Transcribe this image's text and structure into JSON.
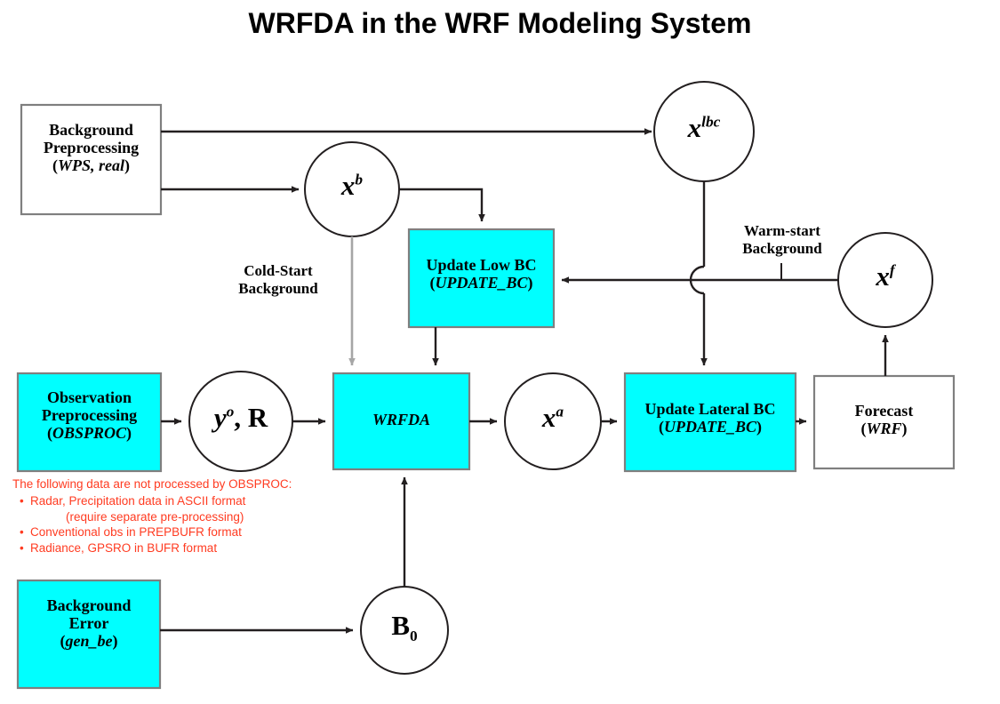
{
  "title": "WRFDA in the WRF Modeling System",
  "colors": {
    "process_fill": "#00FFFF",
    "plain_fill": "#FFFFFF",
    "box_stroke": "#7F7F7F",
    "line": "#231F20",
    "cold_start_line": "#A6A6A6",
    "note_text": "#FF3B21",
    "title_text": "#000000"
  },
  "nodes": {
    "background_preprocessing": {
      "line1": "Background",
      "line2": "Preprocessing",
      "line3_open": "(",
      "line3_italic": "WPS, real",
      "line3_close": ")"
    },
    "observation_preprocessing": {
      "line1": "Observation",
      "line2": "Preprocessing",
      "line3_open": "(",
      "line3_italic": "OBSPROC",
      "line3_close": ")"
    },
    "background_error": {
      "line1": "Background",
      "line2": "Error",
      "line3_open": "(",
      "line3_italic": "gen_be",
      "line3_close": ")"
    },
    "update_low_bc": {
      "line1": "Update Low BC",
      "line2_open": "(",
      "line2_italic": "UPDATE_BC",
      "line2_close": ")"
    },
    "update_lateral_bc": {
      "line1": "Update Lateral BC",
      "line2_open": "(",
      "line2_italic": "UPDATE_BC",
      "line2_close": ")"
    },
    "wrfda": {
      "label": "WRFDA"
    },
    "forecast": {
      "line1": "Forecast",
      "line2_open": "(",
      "line2_italic": "WRF",
      "line2_close": ")"
    },
    "xb": {
      "base": "x",
      "sup": "b"
    },
    "xlbc": {
      "base": "x",
      "sup": "lbc"
    },
    "xf": {
      "base": "x",
      "sup": "f"
    },
    "xa": {
      "base": "x",
      "sup": "a"
    },
    "yo_r": {
      "base": "y",
      "sup": "o",
      "tail": ", R"
    },
    "b0": {
      "base": "B",
      "sub": "0"
    }
  },
  "edge_labels": {
    "cold_start": {
      "line1": "Cold-Start",
      "line2": "Background"
    },
    "warm_start": {
      "line1": "Warm-start",
      "line2": "Background"
    }
  },
  "obs_note": {
    "heading": "The following data are not processed by OBSPROC:",
    "bullet_char": "•",
    "items": [
      "Radar, Precipitation data in ASCII format",
      "Conventional obs in PREPBUFR format",
      "Radiance, GPSRO in BUFR format"
    ],
    "sub_line": "(require separate pre-processing)"
  }
}
